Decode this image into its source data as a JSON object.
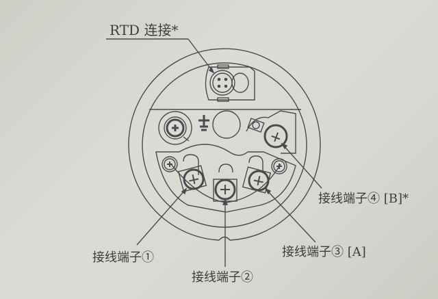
{
  "diagram": {
    "title": "RTD 连接*",
    "labels": {
      "rtd_connection": "RTD 连接*",
      "terminal_1": "接线端子①",
      "terminal_2": "接线端子②",
      "terminal_3": "接线端子③ [A]",
      "terminal_4": "接线端子④ [B]*"
    },
    "components": [
      "rtd-connector-4-pin",
      "ground-symbol",
      "ground-screw",
      "terminal-screw-1",
      "terminal-screw-2",
      "terminal-screw-3",
      "terminal-screw-4",
      "mounting-screw-left",
      "mounting-screw-right"
    ],
    "colors": {
      "paper": "#d8d8d2",
      "line": "#4a4a4e",
      "text": "#3d3d3d"
    }
  }
}
